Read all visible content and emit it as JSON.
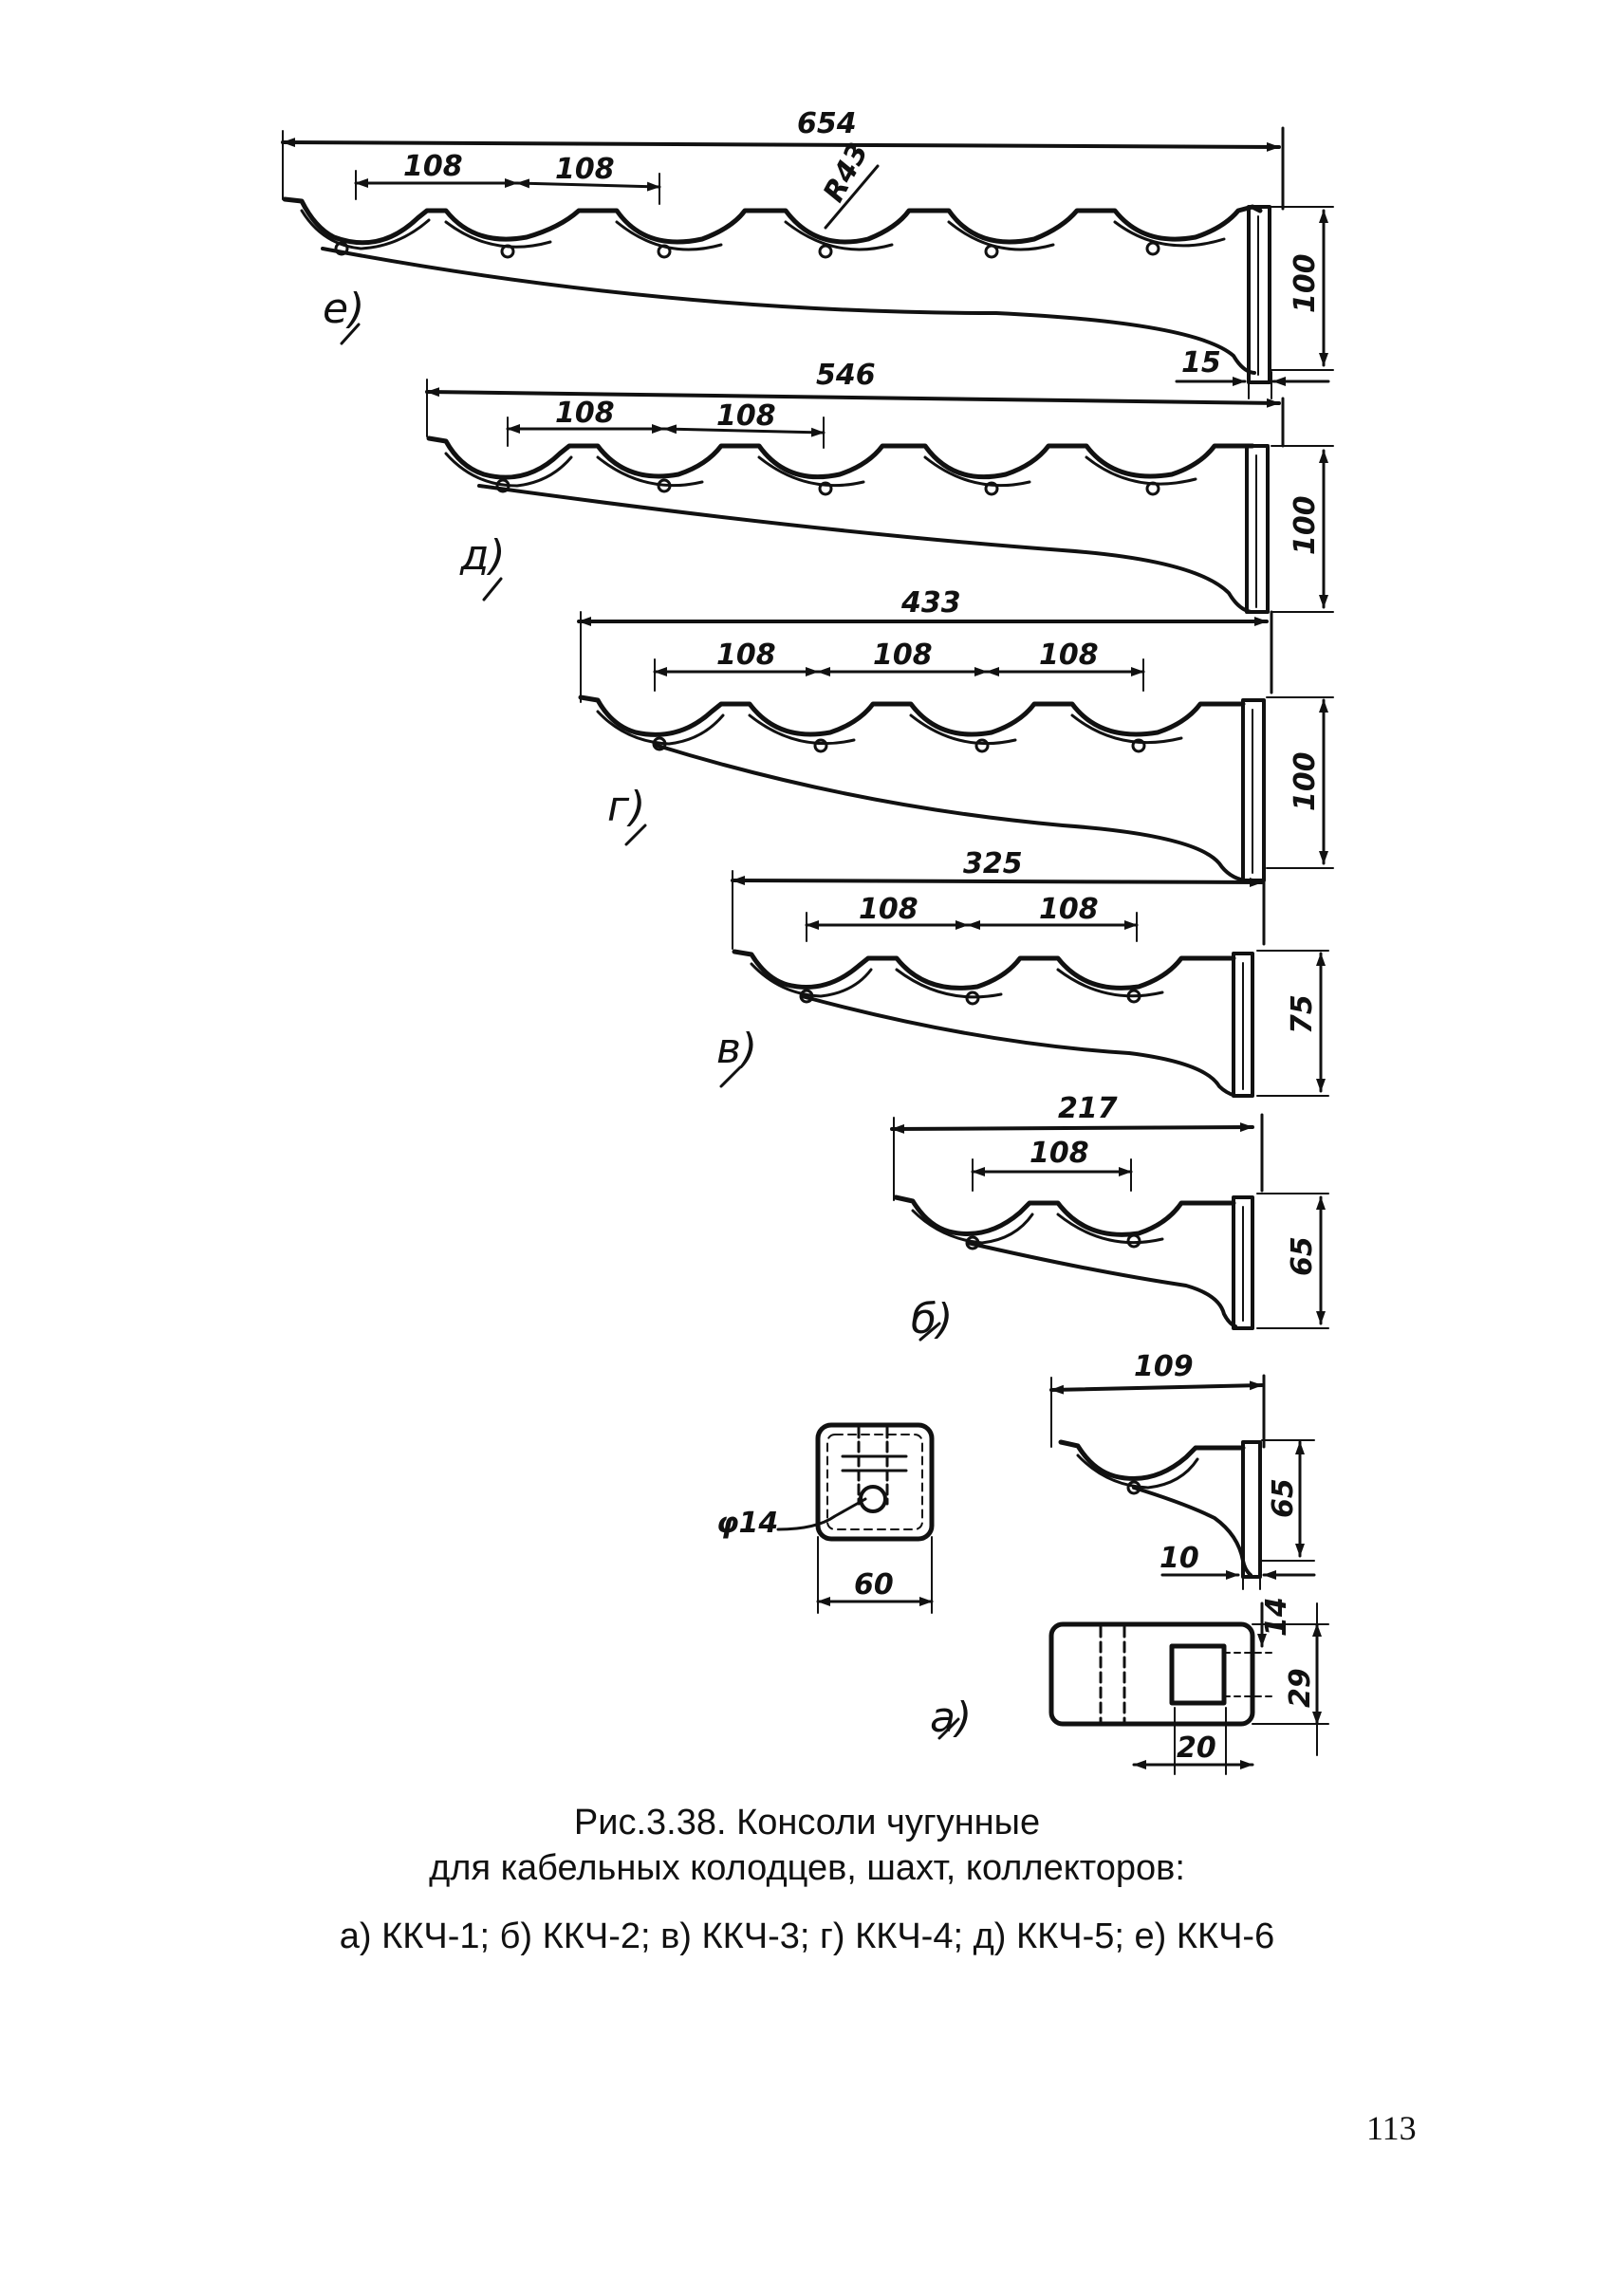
{
  "figure": {
    "caption_line1": "Рис.3.38. Консоли чугунные",
    "caption_line2": "для кабельных колодцев, шахт, коллекторов:",
    "caption_line3": "а) ККЧ-1;  б) ККЧ-2;  в) ККЧ-3;  г) ККЧ-4;  д) ККЧ-5;  е) ККЧ-6"
  },
  "consoles": {
    "e": {
      "label": "е)",
      "overall": "654",
      "spacing_1": "108",
      "spacing_2": "108",
      "radius": "R43",
      "height": "100",
      "thickness": "15"
    },
    "d": {
      "label": "д)",
      "overall": "546",
      "spacing_1": "108",
      "spacing_2": "108",
      "height": "100"
    },
    "g": {
      "label": "г)",
      "overall": "433",
      "spacing_1": "108",
      "spacing_2": "108",
      "spacing_3": "108",
      "height": "100"
    },
    "v": {
      "label": "в)",
      "overall": "325",
      "spacing_1": "108",
      "spacing_2": "108",
      "height": "75"
    },
    "b": {
      "label": "б)",
      "overall": "217",
      "spacing_1": "108",
      "height": "65"
    },
    "a": {
      "label": "а)",
      "overall": "109",
      "height": "65",
      "thickness": "10",
      "hole": "φ14",
      "plate_width": "60",
      "dim_14": "14",
      "dim_29": "29",
      "dim_20": "20"
    }
  },
  "page_number": "113"
}
